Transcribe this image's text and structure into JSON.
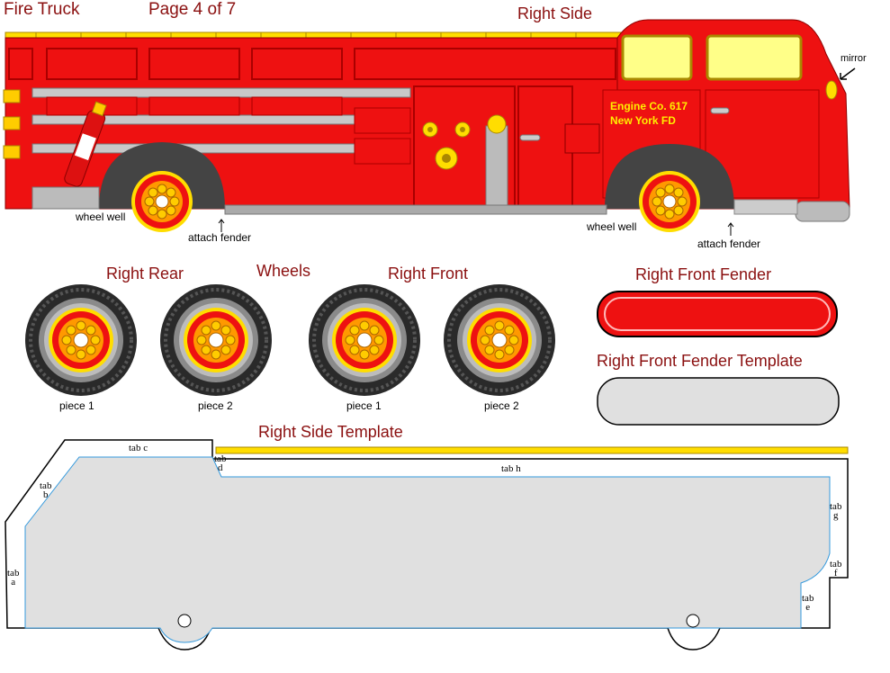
{
  "header": {
    "title": "Fire Truck",
    "page": "Page  4 of 7",
    "right_side": "Right Side"
  },
  "truck": {
    "door_text_1": "Engine Co. 617",
    "door_text_2": "New York FD",
    "mirror_label": "mirror",
    "wheel_well_rear": "wheel well",
    "attach_fender_rear": "attach fender",
    "wheel_well_front": "wheel well",
    "attach_fender_front": "attach fender"
  },
  "wheels": {
    "title": "Wheels",
    "right_rear": "Right Rear",
    "right_front": "Right Front",
    "piece1_rear": "piece 1",
    "piece2_rear": "piece 2",
    "piece1_front": "piece 1",
    "piece2_front": "piece 2"
  },
  "fender": {
    "title": "Right Front Fender",
    "template_title": "Right Front Fender Template"
  },
  "template": {
    "title": "Right Side Template",
    "tabs": {
      "a": [
        "tab",
        "a"
      ],
      "b": [
        "tab",
        "b"
      ],
      "c": "tab c",
      "d": [
        "tab",
        "d"
      ],
      "h": "tab h",
      "g": [
        "tab",
        "g"
      ],
      "f": [
        "tab",
        "f"
      ],
      "e": [
        "tab",
        "e"
      ]
    }
  },
  "colors": {
    "truck_red": "#ee1111",
    "dark_red": "#8b1010",
    "rim_yellow": "#ffdd00",
    "template_gray": "#e0e0e0"
  }
}
